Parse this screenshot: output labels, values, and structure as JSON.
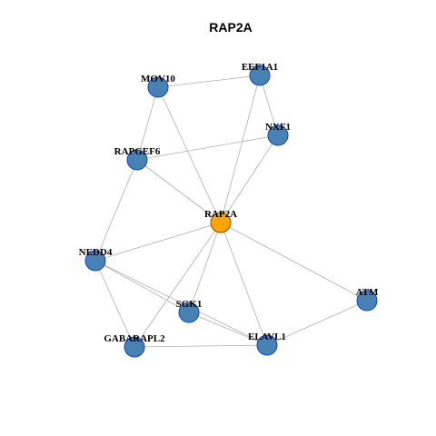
{
  "title": "RAP2A",
  "colors": {
    "node": "#4682b4",
    "hub": "#ffa500",
    "edge": "#b0b0b0"
  },
  "nodes": [
    {
      "id": "RAP2A",
      "label": "RAP2A",
      "hub": true
    },
    {
      "id": "MOV10",
      "label": "MOV10"
    },
    {
      "id": "EEF1A1",
      "label": "EEF1A1"
    },
    {
      "id": "NXF1",
      "label": "NXF1"
    },
    {
      "id": "RAPGEF6",
      "label": "RAPGEF6"
    },
    {
      "id": "NEDD4",
      "label": "NEDD4"
    },
    {
      "id": "SGK1",
      "label": "SGK1"
    },
    {
      "id": "ATM",
      "label": "ATM"
    },
    {
      "id": "GABARAPL2",
      "label": "GABARAPL2"
    },
    {
      "id": "ELAVL1",
      "label": "ELAVL1"
    }
  ],
  "edges": [
    [
      "MOV10",
      "EEF1A1"
    ],
    [
      "MOV10",
      "RAPGEF6"
    ],
    [
      "MOV10",
      "RAP2A"
    ],
    [
      "EEF1A1",
      "NXF1"
    ],
    [
      "EEF1A1",
      "RAP2A"
    ],
    [
      "NXF1",
      "RAPGEF6"
    ],
    [
      "NXF1",
      "RAP2A"
    ],
    [
      "RAPGEF6",
      "RAP2A"
    ],
    [
      "RAPGEF6",
      "NEDD4"
    ],
    [
      "RAP2A",
      "NEDD4"
    ],
    [
      "RAP2A",
      "SGK1"
    ],
    [
      "RAP2A",
      "ATM"
    ],
    [
      "RAP2A",
      "GABARAPL2"
    ],
    [
      "RAP2A",
      "ELAVL1"
    ],
    [
      "NEDD4",
      "SGK1"
    ],
    [
      "NEDD4",
      "GABARAPL2"
    ],
    [
      "NEDD4",
      "ELAVL1"
    ],
    [
      "SGK1",
      "ELAVL1"
    ],
    [
      "ATM",
      "ELAVL1"
    ],
    [
      "GABARAPL2",
      "ELAVL1"
    ]
  ]
}
